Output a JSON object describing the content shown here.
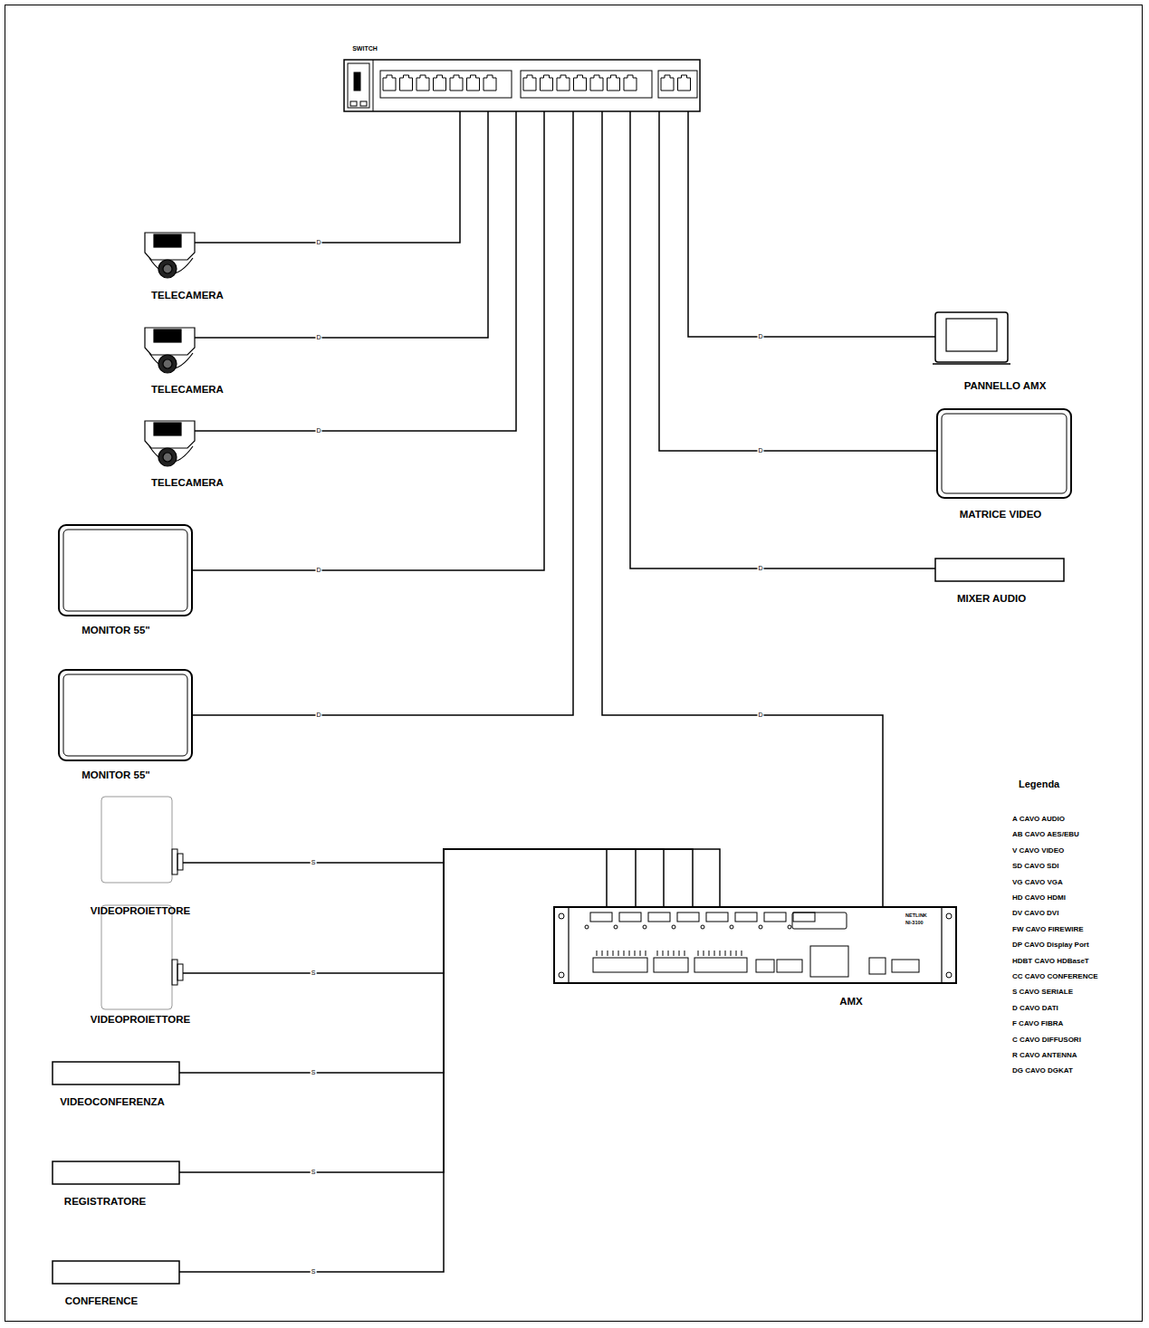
{
  "diagram": {
    "nodes": [
      {
        "text": [
          "SWITCH"
        ]
      },
      {
        "text": [
          "TELECAMERA"
        ]
      },
      {
        "text": [
          "TELECAMERA"
        ]
      },
      {
        "text": [
          "PANNELLO AMX"
        ]
      },
      {
        "text": [
          "TELECAMERA"
        ]
      },
      {
        "text": [
          "MATRICE VIDEO"
        ]
      },
      {
        "text": [
          "MONITOR 55\""
        ]
      },
      {
        "text": [
          "MIXER AUDIO"
        ]
      },
      {
        "text": [
          "MONITOR 55\""
        ]
      },
      {
        "text": [
          "VIDEOPROIETTORE"
        ]
      },
      {
        "text": [
          "AMX"
        ]
      },
      {
        "text": [
          "VIDEOPROIETTORE"
        ]
      },
      {
        "text": [
          "VIDEOCONFERENZA"
        ]
      },
      {
        "text": [
          "REGISTRATORE"
        ]
      },
      {
        "text": [
          "CONFERENCE"
        ]
      }
    ],
    "edges": [
      {
        "from": 0,
        "to": 1,
        "label": "D",
        "arrow": "none"
      },
      {
        "from": 0,
        "to": 2,
        "label": "D",
        "arrow": "none"
      },
      {
        "from": 0,
        "to": 4,
        "label": "D",
        "arrow": "none"
      },
      {
        "from": 0,
        "to": 6,
        "label": "D",
        "arrow": "none"
      },
      {
        "from": 0,
        "to": 8,
        "label": "D",
        "arrow": "none"
      },
      {
        "from": 0,
        "to": 10,
        "label": "D",
        "arrow": "none"
      },
      {
        "from": 0,
        "to": 7,
        "label": "D",
        "arrow": "none"
      },
      {
        "from": 0,
        "to": 5,
        "label": "D",
        "arrow": "none"
      },
      {
        "from": 0,
        "to": 3,
        "label": "D",
        "arrow": "none"
      },
      {
        "from": 9,
        "to": 10,
        "label": "S",
        "arrow": "none"
      },
      {
        "from": 11,
        "to": 10,
        "label": "S",
        "arrow": "none"
      },
      {
        "from": 12,
        "to": 10,
        "label": "S",
        "arrow": "none"
      },
      {
        "from": 13,
        "to": 10,
        "label": "S",
        "arrow": "none"
      },
      {
        "from": 14,
        "to": 10,
        "label": "S",
        "arrow": "none"
      }
    ],
    "labels": [
      "Legenda",
      "NETLINK",
      "NI-3100"
    ],
    "legend": [
      {
        "text": "A CAVO AUDIO"
      },
      {
        "text": "AB CAVO AES/EBU"
      },
      {
        "text": "V CAVO VIDEO"
      },
      {
        "text": "SD CAVO SDI"
      },
      {
        "text": "VG CAVO VGA"
      },
      {
        "text": "HD CAVO HDMI"
      },
      {
        "text": "DV CAVO DVI"
      },
      {
        "text": "FW CAVO FIREWIRE"
      },
      {
        "text": "DP CAVO Display Port"
      },
      {
        "text": "HDBT CAVO HDBaseT"
      },
      {
        "text": "CC CAVO CONFERENCE"
      },
      {
        "text": "S CAVO SERIALE"
      },
      {
        "text": "D CAVO DATI"
      },
      {
        "text": "F CAVO FIBRA"
      },
      {
        "text": "C CAVO DIFFUSORI"
      },
      {
        "text": "R CAVO ANTENNA"
      },
      {
        "text": "DG CAVO DGKAT"
      }
    ]
  }
}
